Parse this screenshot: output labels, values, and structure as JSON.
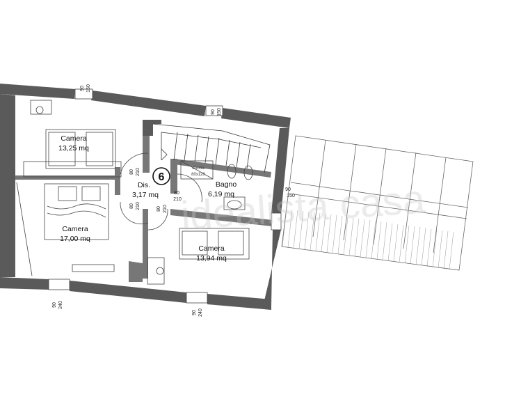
{
  "plan_number": "6",
  "watermark": "idealista casa",
  "rooms": [
    {
      "name": "Camera",
      "area": "13,25 mq"
    },
    {
      "name": "Camera",
      "area": "17,00 mq"
    },
    {
      "name": "Dis.",
      "area": "3,17 mq"
    },
    {
      "name": "Bagno",
      "area": "6,19 mq"
    },
    {
      "name": "Camera",
      "area": "13,94 mq"
    }
  ],
  "window_dims": {
    "top_left": [
      "90",
      "150"
    ],
    "top_stair": [
      "90",
      "150"
    ],
    "right": [
      "90",
      "150"
    ],
    "bottom_left": [
      "90",
      "240"
    ],
    "bottom_mid": [
      "90",
      "240"
    ]
  },
  "door_dims": {
    "dis_top": [
      "80",
      "210"
    ],
    "dis_bottom": [
      "80",
      "210"
    ],
    "bagno": [
      "80",
      "210"
    ],
    "camera3": [
      "80",
      "210"
    ]
  },
  "shower_label": [
    "doccia",
    "80x120"
  ]
}
